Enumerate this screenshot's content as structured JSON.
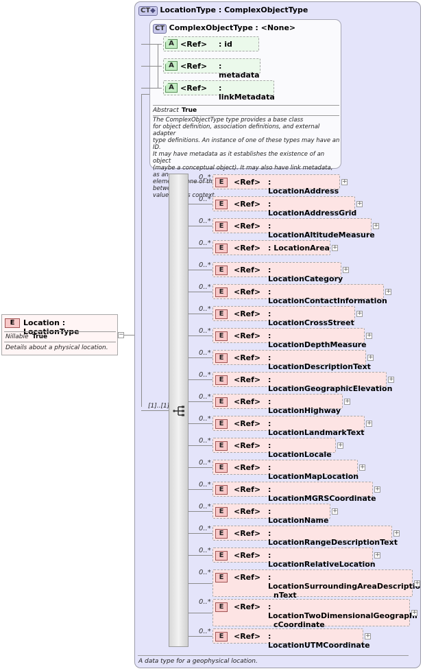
{
  "root_element": {
    "badge": "E",
    "name": "Location",
    "type": ": LocationType",
    "nillable_label": "Nillable",
    "nillable_value": "True",
    "description": "Details about a physical location."
  },
  "outer_type": {
    "badge": "CT",
    "title": "LocationType : ComplexObjectType",
    "footer": "A data type for a geophysical location."
  },
  "inner_type": {
    "badge": "CT",
    "title": "ComplexObjectType",
    "base": ": <None>",
    "abstract_label": "Abstract",
    "abstract_value": "True",
    "description_lines": [
      "The ComplexObjectType type provides a base class",
      "for object definition, association definitions, and external adapter",
      "type definitions. An instance of one of these types may have an ID.",
      "It may have metadata as it establishes the existence of an object",
      "(maybe a conceptual object). It may also have link metadata, as an",
      "element of one of these types establishes a relationship between its",
      "value and its context."
    ],
    "attributes": [
      {
        "badge": "A",
        "ref": "<Ref>",
        "name": ": id"
      },
      {
        "badge": "A",
        "ref": "<Ref>",
        "name": ": metadata"
      },
      {
        "badge": "A",
        "ref": "<Ref>",
        "name": ": linkMetadata"
      }
    ]
  },
  "sequence": {
    "cardinality": "[1]..[1]",
    "elements": [
      {
        "badge": "E",
        "ref": "<Ref>",
        "card": "0..*",
        "name": ": LocationAddress"
      },
      {
        "badge": "E",
        "ref": "<Ref>",
        "card": "0..*",
        "name": ": LocationAddressGrid"
      },
      {
        "badge": "E",
        "ref": "<Ref>",
        "card": "0..*",
        "name": ": LocationAltitudeMeasure"
      },
      {
        "badge": "E",
        "ref": "<Ref>",
        "card": "0..*",
        "name": ": LocationArea"
      },
      {
        "badge": "E",
        "ref": "<Ref>",
        "card": "0..*",
        "name": ": LocationCategory"
      },
      {
        "badge": "E",
        "ref": "<Ref>",
        "card": "0..*",
        "name": ": LocationContactInformation"
      },
      {
        "badge": "E",
        "ref": "<Ref>",
        "card": "0..*",
        "name": ": LocationCrossStreet"
      },
      {
        "badge": "E",
        "ref": "<Ref>",
        "card": "0..*",
        "name": ": LocationDepthMeasure"
      },
      {
        "badge": "E",
        "ref": "<Ref>",
        "card": "0..*",
        "name": ": LocationDescriptionText"
      },
      {
        "badge": "E",
        "ref": "<Ref>",
        "card": "0..*",
        "name": ": LocationGeographicElevation"
      },
      {
        "badge": "E",
        "ref": "<Ref>",
        "card": "0..*",
        "name": ": LocationHighway"
      },
      {
        "badge": "E",
        "ref": "<Ref>",
        "card": "0..*",
        "name": ": LocationLandmarkText"
      },
      {
        "badge": "E",
        "ref": "<Ref>",
        "card": "0..*",
        "name": ": LocationLocale"
      },
      {
        "badge": "E",
        "ref": "<Ref>",
        "card": "0..*",
        "name": ": LocationMapLocation"
      },
      {
        "badge": "E",
        "ref": "<Ref>",
        "card": "0..*",
        "name": ": LocationMGRSCoordinate"
      },
      {
        "badge": "E",
        "ref": "<Ref>",
        "card": "0..*",
        "name": ": LocationName"
      },
      {
        "badge": "E",
        "ref": "<Ref>",
        "card": "0..*",
        "name": ": LocationRangeDescriptionText"
      },
      {
        "badge": "E",
        "ref": "<Ref>",
        "card": "0..*",
        "name": ": LocationRelativeLocation"
      },
      {
        "badge": "E",
        "ref": "<Ref>",
        "card": "0..*",
        "name": ": LocationSurroundingAreaDescriptio",
        "name2": "nText"
      },
      {
        "badge": "E",
        "ref": "<Ref>",
        "card": "0..*",
        "name": ": LocationTwoDimensionalGeographi",
        "name2": "cCoordinate"
      },
      {
        "badge": "E",
        "ref": "<Ref>",
        "card": "0..*",
        "name": ": LocationUTMCoordinate"
      }
    ]
  },
  "icons": {
    "collapse": "minus-box-icon",
    "expand": "plus-box-icon",
    "sequence": "sequence-icon",
    "complex_type_arrow": "diamond-arrow-icon"
  }
}
